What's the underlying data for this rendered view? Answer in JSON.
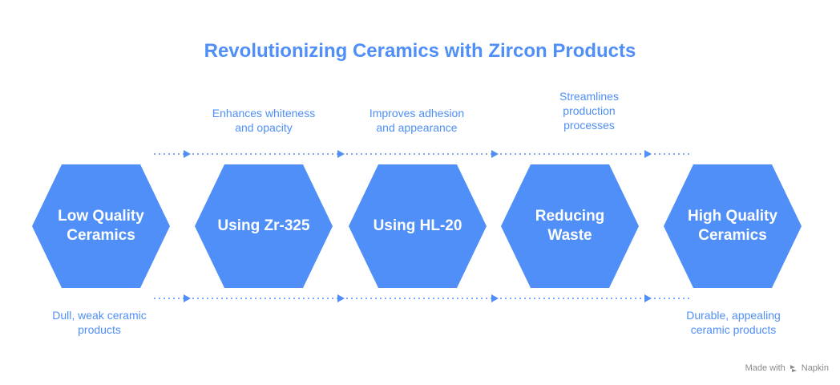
{
  "title": "Revolutionizing Ceramics with Zircon Products",
  "colors": {
    "accent": "#4f8ff7",
    "hex_fill": "#4f8ff7",
    "text_on_hex": "#ffffff",
    "watermark": "#8a8a8a"
  },
  "stages": [
    {
      "label_lines": [
        "Low Quality",
        "Ceramics"
      ]
    },
    {
      "label_lines": [
        "Using Zr-325"
      ]
    },
    {
      "label_lines": [
        "Using HL-20"
      ]
    },
    {
      "label_lines": [
        "Reducing",
        "Waste"
      ]
    },
    {
      "label_lines": [
        "High Quality",
        "Ceramics"
      ]
    }
  ],
  "top_notes": [
    {
      "lines": [
        "Enhances whiteness",
        "and opacity"
      ]
    },
    {
      "lines": [
        "Improves adhesion",
        "and appearance"
      ]
    },
    {
      "lines": [
        "Streamlines",
        "production",
        "processes"
      ]
    }
  ],
  "bottom_notes": [
    {
      "lines": [
        "Dull, weak ceramic",
        "products"
      ]
    },
    {
      "lines": [
        "Durable, appealing",
        "ceramic products"
      ]
    }
  ],
  "watermark": {
    "prefix": "Made with",
    "brand": "Napkin",
    "icon": "napkin-logo-icon"
  }
}
